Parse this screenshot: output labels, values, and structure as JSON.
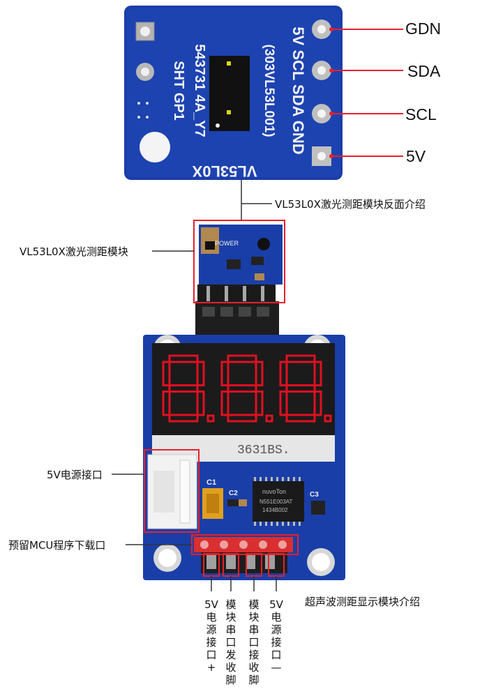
{
  "colors": {
    "pcb_blue": "#1a3ea8",
    "callout_red": "#e8202a",
    "segment_red": "#e01020"
  },
  "sensor_board": {
    "silk_top": "SHT GP1",
    "silk_code": "543731 4A_Y7",
    "silk_chip": "(303VL53L001)",
    "silk_pins": "5V SCL SDA GND",
    "silk_name": "VL53L0X"
  },
  "pin_labels": [
    "GDN",
    "SDA",
    "SCL",
    "5V"
  ],
  "captions": {
    "back_side": "VL53L0X激光测距模块反面介绍",
    "module": "VL53L0X激光测距模块",
    "power_port": "5V电源接口",
    "mcu_port": "预留MCU程序下载口",
    "display_module": "超声波测距显示模块介绍"
  },
  "display_board": {
    "display_part": "3631BS.",
    "digits": "8.8.8.",
    "chip_brand": "nuvoTon",
    "chip_model": "N551E003AT",
    "chip_code": "1434B002",
    "c1": "C1",
    "c2": "C2",
    "c3": "C3"
  },
  "bottom_pins": [
    {
      "text": "5V电源接口+"
    },
    {
      "text": "模块串口发收脚"
    },
    {
      "text": "模块串口接收脚"
    },
    {
      "text": "5V电源接口—"
    }
  ]
}
